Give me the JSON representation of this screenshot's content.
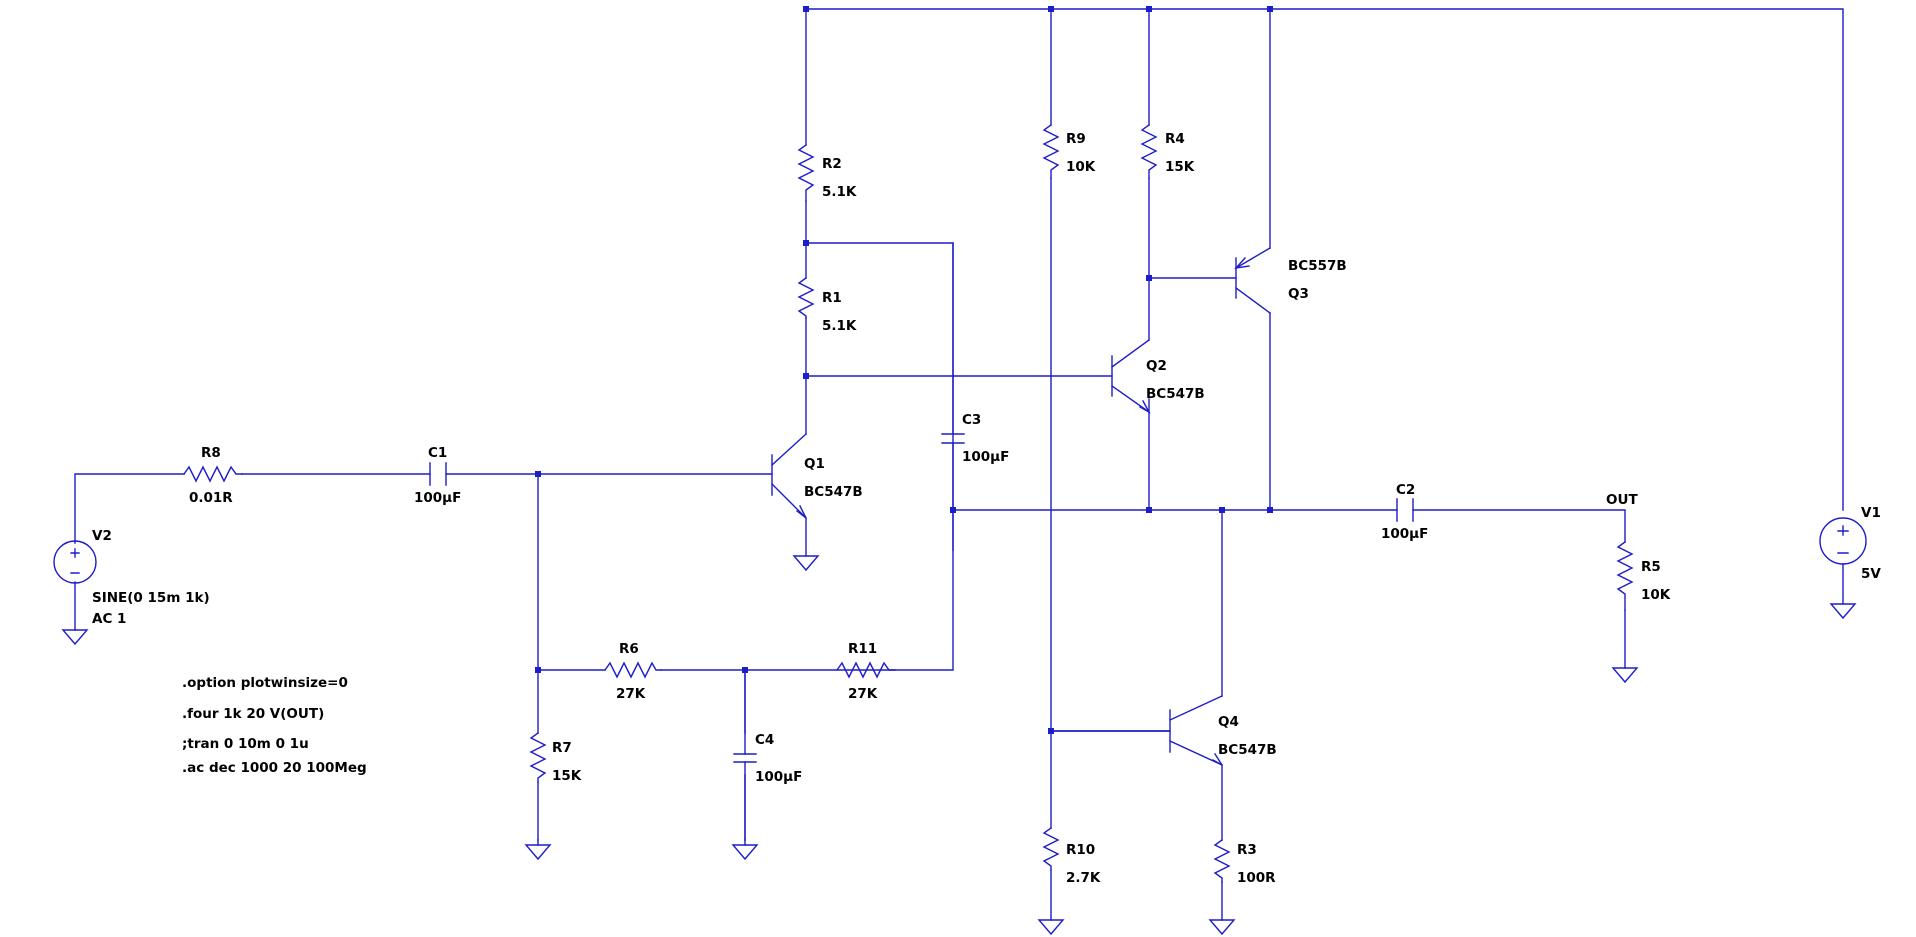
{
  "colors": {
    "wire": "#1d1dc9",
    "text": "#000000",
    "background": "#ffffff"
  },
  "components": {
    "R1": {
      "name": "R1",
      "value": "5.1K"
    },
    "R2": {
      "name": "R2",
      "value": "5.1K"
    },
    "R3": {
      "name": "R3",
      "value": "100R"
    },
    "R4": {
      "name": "R4",
      "value": "15K"
    },
    "R5": {
      "name": "R5",
      "value": "10K"
    },
    "R6": {
      "name": "R6",
      "value": "27K"
    },
    "R7": {
      "name": "R7",
      "value": "15K"
    },
    "R8": {
      "name": "R8",
      "value": "0.01R"
    },
    "R9": {
      "name": "R9",
      "value": "10K"
    },
    "R10": {
      "name": "R10",
      "value": "2.7K"
    },
    "R11": {
      "name": "R11",
      "value": "27K"
    },
    "C1": {
      "name": "C1",
      "value": "100µF"
    },
    "C2": {
      "name": "C2",
      "value": "100µF"
    },
    "C3": {
      "name": "C3",
      "value": "100µF"
    },
    "C4": {
      "name": "C4",
      "value": "100µF"
    },
    "Q1": {
      "name": "Q1",
      "model": "BC547B"
    },
    "Q2": {
      "name": "Q2",
      "model": "BC547B"
    },
    "Q3": {
      "name": "Q3",
      "model": "BC557B"
    },
    "Q4": {
      "name": "Q4",
      "model": "BC547B"
    },
    "V1": {
      "name": "V1",
      "value": "5V"
    },
    "V2": {
      "name": "V2",
      "value_line1": "SINE(0 15m 1k)",
      "value_line2": "AC 1"
    }
  },
  "net_labels": {
    "out": "OUT"
  },
  "directives": [
    ".option plotwinsize=0",
    ".four 1k 20 V(OUT)",
    ";tran 0 10m 0 1u",
    ".ac dec 1000 20 100Meg"
  ]
}
